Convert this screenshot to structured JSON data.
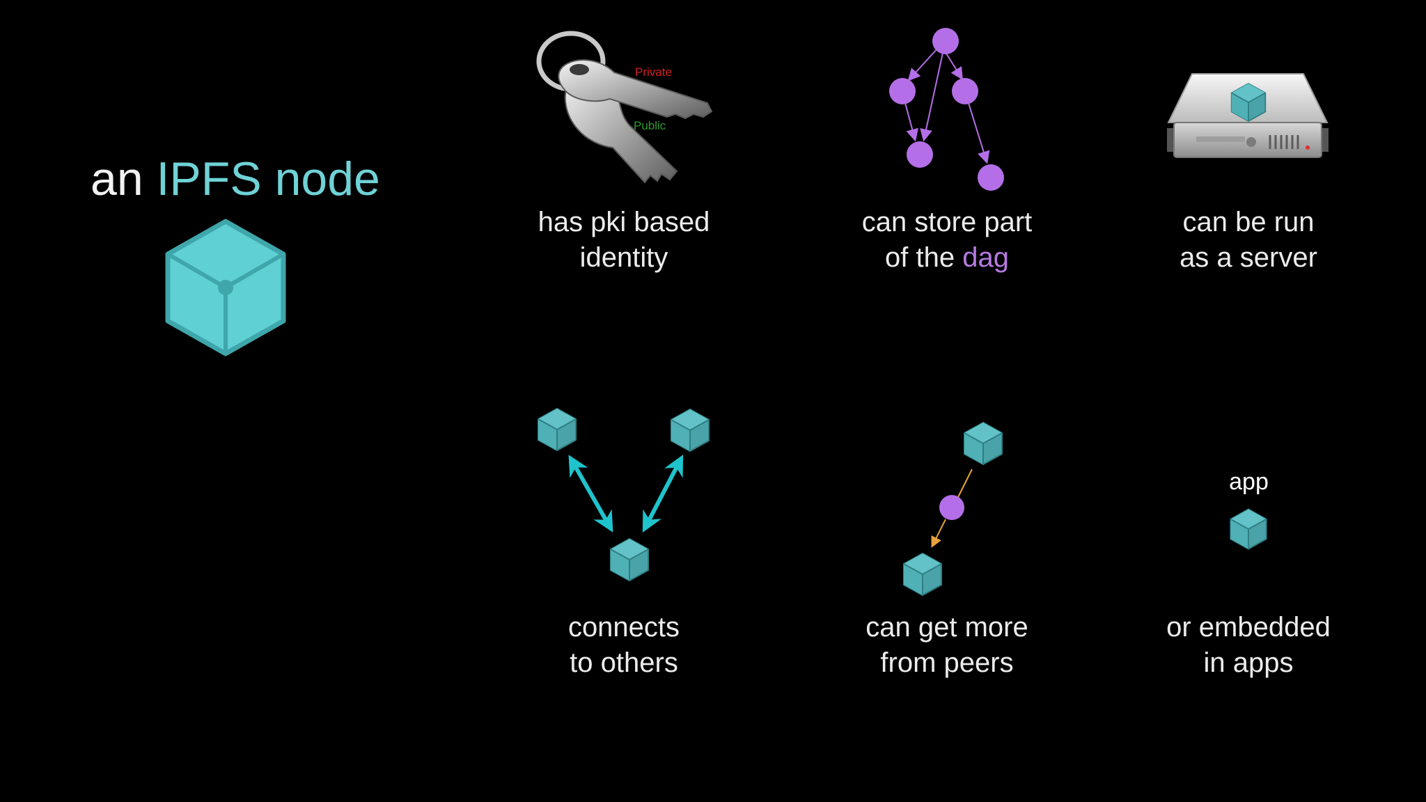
{
  "title": {
    "prefix": "an ",
    "highlight": "IPFS node"
  },
  "features": {
    "identity": {
      "line1": "has pki based",
      "line2": "identity",
      "key_private": "Private",
      "key_public": "Public"
    },
    "store": {
      "line1": "can store part",
      "line2_prefix": "of the ",
      "line2_highlight": "dag"
    },
    "server": {
      "line1": "can be run",
      "line2": "as a server"
    },
    "connects": {
      "line1": "connects",
      "line2": "to others"
    },
    "peers": {
      "line1": "can get more",
      "line2": "from peers"
    },
    "embedded": {
      "line1": "or embedded",
      "line2": "in apps",
      "app_label": "app"
    }
  },
  "colors": {
    "background": "#000000",
    "cube_main": "#5fd0d4",
    "cube_small": "#4aa3a8",
    "dag_node": "#b46fe8",
    "arrow_cyan": "#1fc3cc",
    "arrow_orange": "#e9a23b",
    "app_box": "#1c4e86",
    "key_private_label": "#d42020",
    "key_public_label": "#2f9a2f"
  }
}
